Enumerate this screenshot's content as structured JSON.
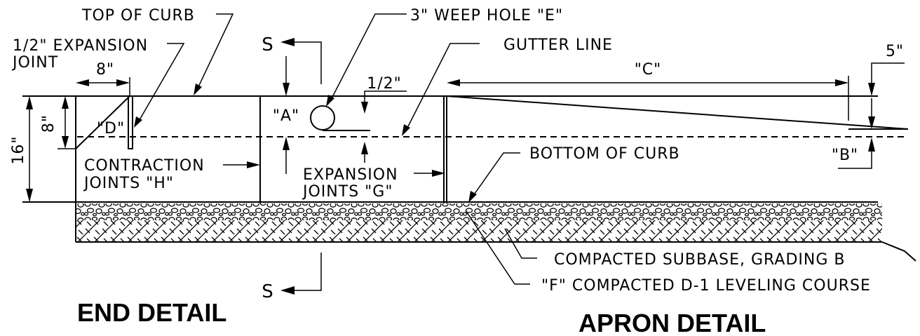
{
  "labels": {
    "top_of_curb": "TOP OF CURB",
    "weep_hole": "3\" WEEP HOLE \"E\"",
    "gutter_line": "GUTTER LINE",
    "expansion_joint_line1": "1/2\" EXPANSION",
    "expansion_joint_line2": "JOINT",
    "dim_8_horizontal": "8\"",
    "dim_16": "16\"",
    "dim_8_vertical": "8\"",
    "label_d": "\"D\"",
    "label_a": "\"A\"",
    "dim_half": "1/2\"",
    "label_c": "\"C\"",
    "dim_5": "5\"",
    "label_b": "\"B\"",
    "section_top": "S",
    "section_bottom": "S",
    "contraction_line1": "CONTRACTION",
    "contraction_line2": "JOINTS \"H\"",
    "expansion_joints_line1": "EXPANSION",
    "expansion_joints_line2": "JOINTS \"G\"",
    "bottom_of_curb": "BOTTOM OF CURB",
    "subbase": "COMPACTED SUBBASE, GRADING B",
    "leveling_course": "\"F\" COMPACTED D-1 LEVELING COURSE"
  },
  "titles": {
    "end_detail": "END DETAIL",
    "apron_detail": "APRON DETAIL"
  }
}
